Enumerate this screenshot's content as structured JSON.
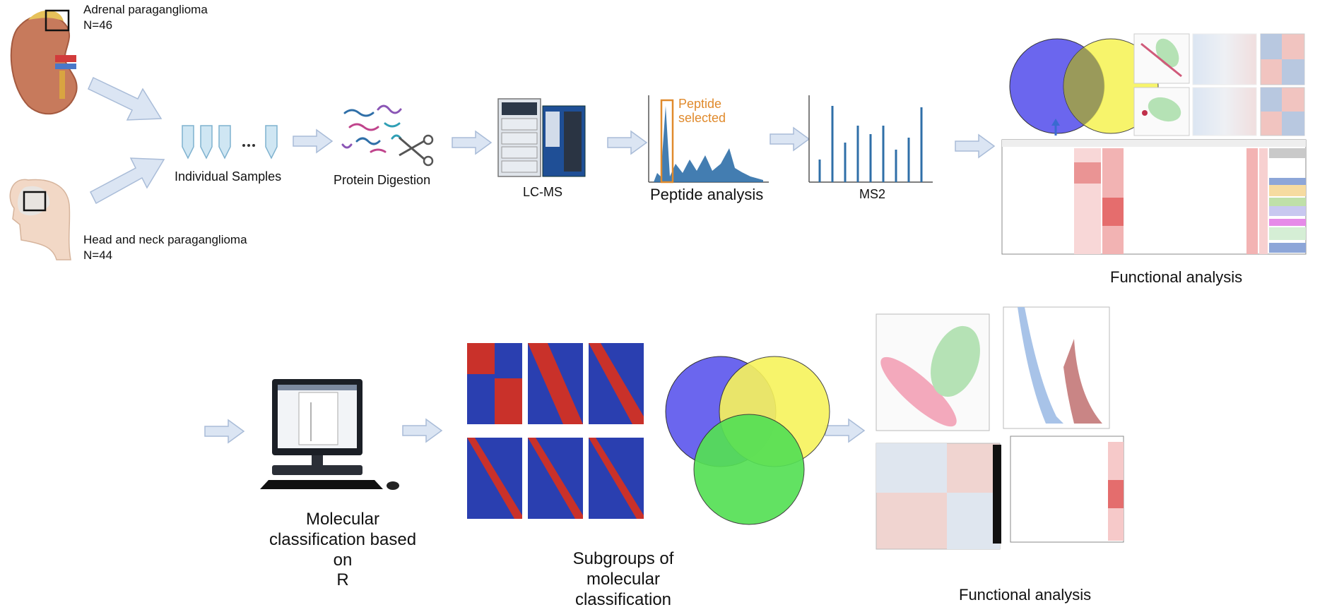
{
  "cohorts": {
    "adrenal": {
      "name": "Adrenal paraganglioma",
      "n": "N=46"
    },
    "head_neck": {
      "name": "Head and neck paraganglioma",
      "n": "N=44"
    }
  },
  "steps": {
    "samples": "Individual Samples",
    "digestion": "Protein Digestion",
    "lcms": "LC-MS",
    "peptide": "Peptide analysis",
    "peptide_selected": "Peptide\nselected",
    "ms2": "MS2",
    "functional_top": "Functional analysis",
    "classification": "Molecular\nclassification based on\nR",
    "subgroups": "Subgroups of\nmolecular\nclassification",
    "functional_bottom": "Functional analysis"
  },
  "colors": {
    "arrow": "#dbe5f3",
    "arrow_stroke": "#a9bcd8",
    "venn_blue": "#6b66ee",
    "venn_yellow": "#f7f35c",
    "venn_green": "#55e055",
    "peptide_box": "#e08a2c",
    "spectrum": "#2f6fa8",
    "heat_red": "#d8312a",
    "heat_blue": "#2a3fb0"
  },
  "icons": [
    "kidney-icon",
    "head-icon",
    "tube-icon",
    "scissors-icon",
    "instrument-icon",
    "computer-icon"
  ]
}
